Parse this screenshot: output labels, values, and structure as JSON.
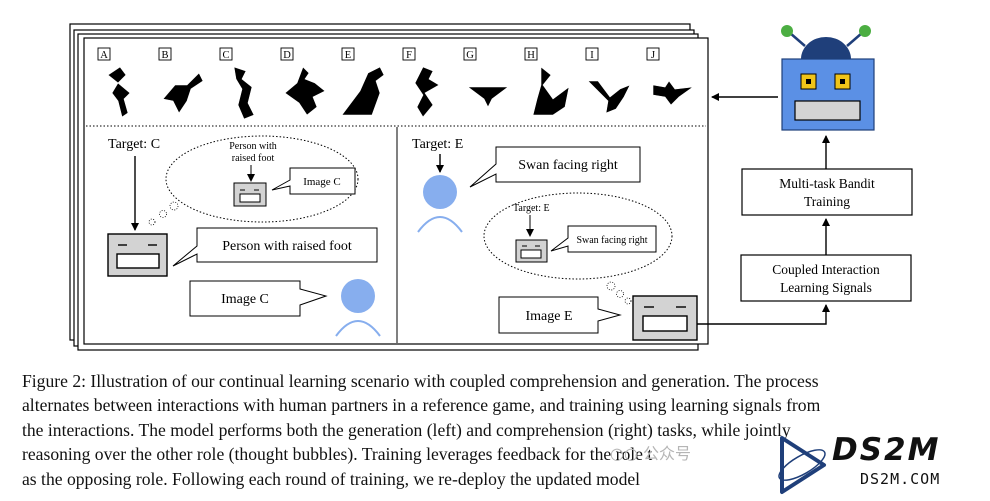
{
  "tangram": {
    "letters": [
      "A",
      "B",
      "C",
      "D",
      "E",
      "F",
      "G",
      "H",
      "I",
      "J"
    ]
  },
  "left_panel": {
    "target": "Target: C",
    "thought_caption": "Person with raised foot",
    "thought_image": "Image C",
    "speech": "Person with raised foot",
    "reply": "Image C"
  },
  "right_panel": {
    "target": "Target: E",
    "speech": "Swan facing right",
    "thought_target": "Target: E",
    "thought_speech": "Swan facing right",
    "reply": "Image E"
  },
  "pipeline": {
    "box1": [
      "Coupled Interaction",
      "Learning Signals"
    ],
    "box2": [
      "Multi-task Bandit",
      "Training"
    ]
  },
  "colors": {
    "human": "#87aeee",
    "robot_body": "#5b90e5",
    "robot_head": "#1f3f7a",
    "robot_antenna": "#4cae42",
    "robot_eye": "#f0c419",
    "screen": "#d3d3d3"
  },
  "caption": [
    "Figure 2: Illustration of our continual learning scenario with coupled comprehension and generation. The process",
    "alternates between interactions with human partners in a reference game, and training using learning signals from",
    "the interactions.  The model performs both the generation (left) and comprehension (right) tasks, while jointly",
    "reasoning over the other role (thought bubbles). Training leverages feedback for the role t",
    "as the opposing role. Following each round of training, we re-deploy the updated model"
  ],
  "watermark": {
    "text": "公众号",
    "logo_word": "DS2M",
    "logo_sub": "DS2M.COM"
  }
}
